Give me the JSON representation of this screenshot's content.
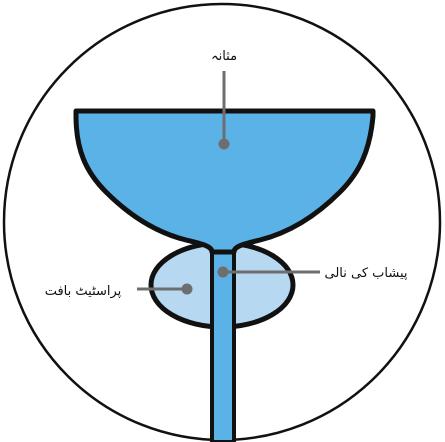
{
  "labels": {
    "bladder": "مثانہ",
    "urethra": "پیشاب کی نالی",
    "prostate": "پراسٹیٹ بافت"
  },
  "colors": {
    "outline": "#111111",
    "bladder_fill": "#5bb2e6",
    "prostate_fill": "#b7d8f1",
    "urethra_fill": "#5bb2e6",
    "leader_line": "#6e6e6e",
    "background": "#ffffff"
  }
}
